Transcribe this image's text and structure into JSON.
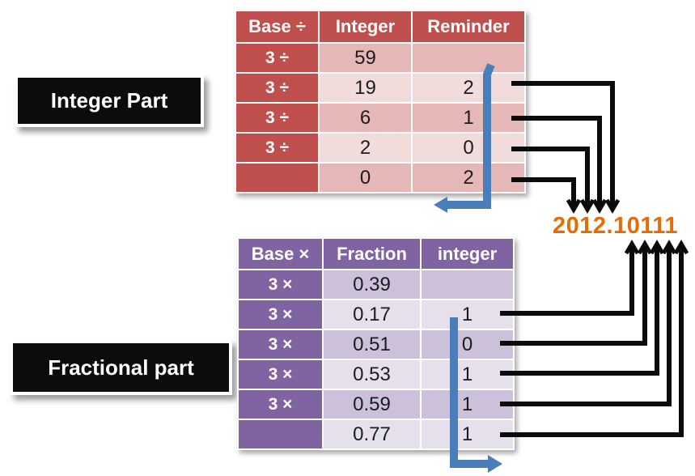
{
  "labels": {
    "integer_part": "Integer Part",
    "fractional_part": "Fractional part"
  },
  "result": {
    "value": "2012.10111",
    "color": "#E36C09"
  },
  "integer_table": {
    "headers": [
      "Base ÷",
      "Integer",
      "Reminder"
    ],
    "rows": [
      {
        "base": "3 ÷",
        "value": "59",
        "digit": ""
      },
      {
        "base": "3 ÷",
        "value": "19",
        "digit": "2"
      },
      {
        "base": "3 ÷",
        "value": "6",
        "digit": "1"
      },
      {
        "base": "3 ÷",
        "value": "2",
        "digit": "0"
      },
      {
        "base": "",
        "value": "0",
        "digit": "2"
      }
    ],
    "colors": {
      "header": "#C0504D",
      "row_dark": "#E5B8B7",
      "row_light": "#F2DCDB"
    }
  },
  "fraction_table": {
    "headers": [
      "Base ×",
      "Fraction",
      "integer"
    ],
    "rows": [
      {
        "base": "3 ×",
        "value": "0.39",
        "digit": ""
      },
      {
        "base": "3 ×",
        "value": "0.17",
        "digit": "1"
      },
      {
        "base": "3 ×",
        "value": "0.51",
        "digit": "0"
      },
      {
        "base": "3 ×",
        "value": "0.53",
        "digit": "1"
      },
      {
        "base": "3 ×",
        "value": "0.59",
        "digit": "1"
      },
      {
        "base": "",
        "value": "0.77",
        "digit": "1"
      }
    ],
    "colors": {
      "header": "#8064A2",
      "row_dark": "#CCC0DA",
      "row_light": "#E5E0EC"
    }
  },
  "arrows": {
    "connector_color": "#0b0b0b",
    "direction_arrow_color": "#4A7EBB",
    "integer_read_direction": "bottom-to-top",
    "fraction_read_direction": "top-to-bottom"
  }
}
